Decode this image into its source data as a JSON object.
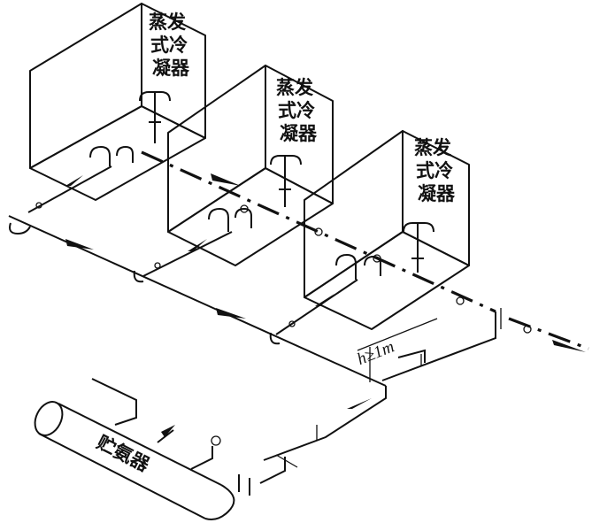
{
  "condensers": [
    {
      "label_lines": [
        "蒸发",
        "式冷",
        "凝器"
      ]
    },
    {
      "label_lines": [
        "蒸发",
        "式冷",
        "凝器"
      ]
    },
    {
      "label_lines": [
        "蒸发",
        "式冷",
        "凝器"
      ]
    }
  ],
  "receiver": {
    "label": "贮氨器"
  },
  "dimension": {
    "label": "h≥1m"
  },
  "colors": {
    "line": "#111111",
    "background": "#ffffff"
  }
}
